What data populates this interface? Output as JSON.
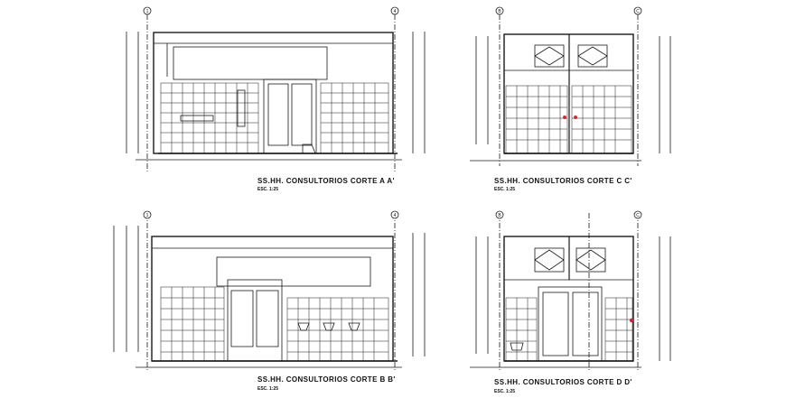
{
  "sheet": {
    "line_color": "#1a1a1a",
    "accent_color": "#e0242c",
    "background": "#ffffff"
  },
  "sections": [
    {
      "id": "a",
      "title": "SS.HH. CONSULTORIOS CORTE A  A'",
      "scale": "ESC. 1:25",
      "axis_marks": [
        "1",
        "4"
      ]
    },
    {
      "id": "c",
      "title": "SS.HH. CONSULTORIOS CORTE  C  C'",
      "scale": "ESC. 1:25",
      "axis_marks": [
        "B",
        "C"
      ]
    },
    {
      "id": "b",
      "title": "SS.HH. CONSULTORIOS CORTE  B  B'",
      "scale": "ESC. 1:25",
      "axis_marks": [
        "1",
        "4"
      ]
    },
    {
      "id": "d",
      "title": "SS.HH. CONSULTORIOS CORTE  D D'",
      "scale": "ESC. 1:25",
      "axis_marks": [
        "B",
        "C"
      ]
    }
  ]
}
